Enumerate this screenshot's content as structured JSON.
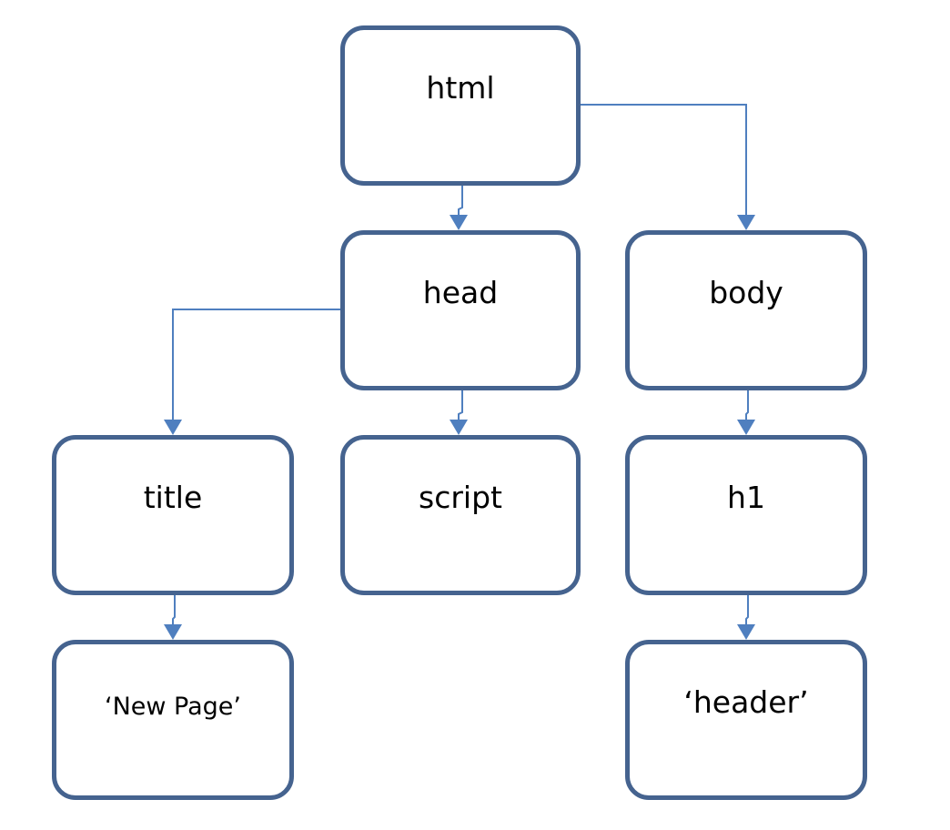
{
  "diagram": {
    "colors": {
      "box_border": "#45638f",
      "connector": "#4f7fbf",
      "background": "#ffffff"
    },
    "nodes": {
      "html": "html",
      "head": "head",
      "body": "body",
      "title": "title",
      "script": "script",
      "h1": "h1",
      "new_page": "‘New Page’",
      "header": "‘header’"
    },
    "edges": [
      {
        "from": "html",
        "to": "head"
      },
      {
        "from": "html",
        "to": "body"
      },
      {
        "from": "head",
        "to": "title"
      },
      {
        "from": "head",
        "to": "script"
      },
      {
        "from": "body",
        "to": "h1"
      },
      {
        "from": "title",
        "to": "new_page"
      },
      {
        "from": "h1",
        "to": "header"
      }
    ]
  }
}
